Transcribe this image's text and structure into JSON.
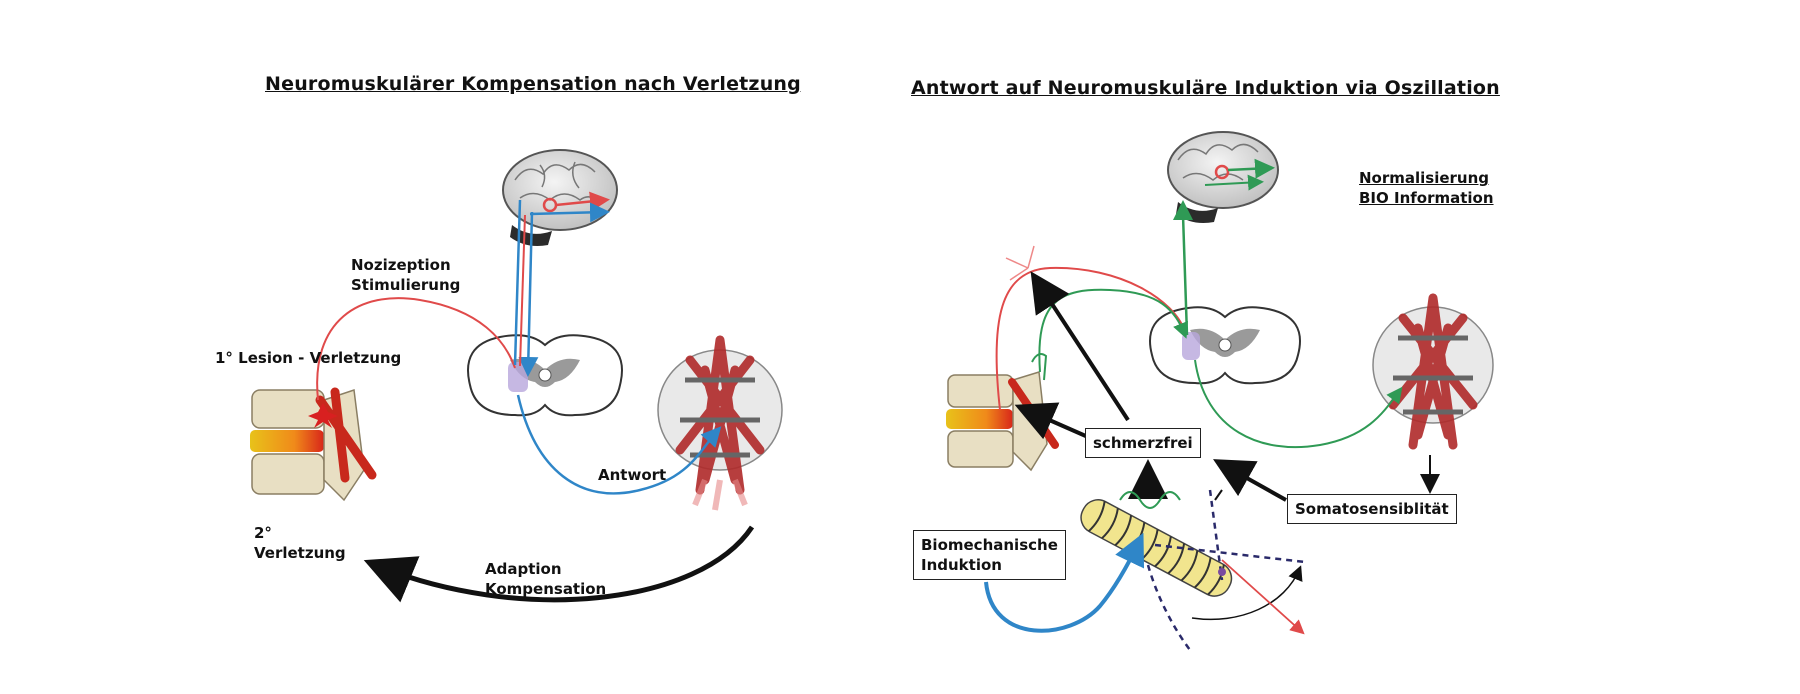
{
  "left_panel": {
    "title": "Neuromuskulärer Kompensation nach Verletzung",
    "nociception": [
      "Nozizeption",
      "Stimulierung"
    ],
    "lesion": "1° Lesion - Verletzung",
    "second_injury": [
      "2°",
      "Verletzung"
    ],
    "response": "Antwort",
    "adaptation": [
      "Adaption",
      "Kompensation"
    ]
  },
  "right_panel": {
    "title": "Antwort auf Neuromuskuläre Induktion via Oszillation",
    "normalization": [
      "Normalisierung",
      "BIO Information"
    ],
    "pain_free": "schmerzfrei",
    "somatosensibility": "Somatosensiblität",
    "induction": [
      "Biomechanische",
      "Induktion"
    ]
  },
  "colors": {
    "nociception_path": "#e04a4a",
    "response_path": "#2f86c8",
    "normalized_path": "#2f9a55",
    "arrows": "#111111",
    "muscle": "#b02a2a",
    "bone": "#e8dfc3"
  }
}
